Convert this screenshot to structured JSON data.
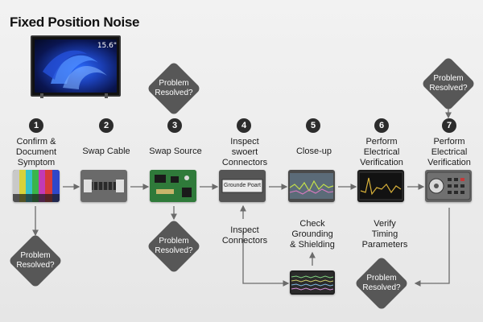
{
  "title": "Fixed Position Noise",
  "tv": {
    "size_label": "15.6\""
  },
  "steps": [
    {
      "number": "1",
      "label": "Confirm &\nDocument\nSymptom"
    },
    {
      "number": "2",
      "label": "Swap Cable"
    },
    {
      "number": "3",
      "label": "Swap Source"
    },
    {
      "number": "4",
      "label": "Inspect\nswoert\nConnectors"
    },
    {
      "number": "5",
      "label": "Close-up"
    },
    {
      "number": "6",
      "label": "Perform\nElectrical\nVerification"
    },
    {
      "number": "7",
      "label": "Perform\nElectrical\nVerification"
    }
  ],
  "box4_text": "Grounde Poart",
  "lower_labels": {
    "inspect": "Inspect\nConnectors",
    "grounding": "Check\nGrounding\n& Shielding",
    "timing": "Verify\nTiming\nParameters"
  },
  "decisions": {
    "top_left": "Problem\nResolved?",
    "top_right": "Problem\nResolved?",
    "left": "Problem\nResolved?",
    "mid": "Problem\nResolved?",
    "bottom_right": "Problem\nResolved?"
  },
  "colors": {
    "background": "#ececec",
    "diamond": "#575757",
    "number_badge": "#2c2c2c",
    "arrow": "#6b6b6b"
  }
}
